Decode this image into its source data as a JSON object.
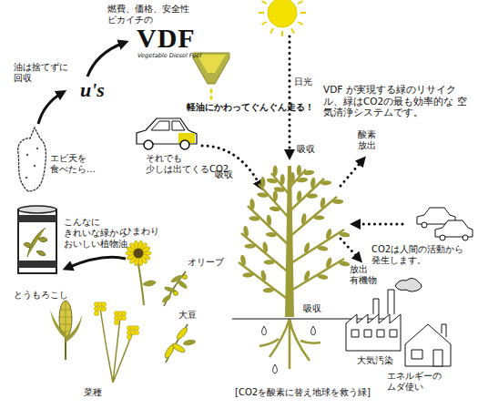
{
  "diagram": {
    "caption": "[CO2を酸素に替え地球を救う緑]",
    "labels": [
      "燃費、価格、安全性 ピカイチの",
      "VDF",
      "Vegetable Diesel Fuel",
      "軽油にかわってぐんぐん走る！",
      "油は捨てずに 回収",
      "u's",
      "エビ天を 食べたら…",
      "こんなに きれいな緑から おいしい植物油",
      "ひまわり",
      "オリーブ",
      "とうもろこし",
      "大豆",
      "菜種",
      "それでも 少しは出てくるCO2",
      "吸収",
      "日光",
      "吸収",
      "VDF が実現する緑のリサイクル、緑はCO2の最も効率的な 空気清浄システムです。",
      "酸素 放出",
      "CO2は人間の活動から 発生します。",
      "放出 有機物",
      "吸収",
      "大気汚染",
      "エネルギーの ムダ使い"
    ]
  }
}
